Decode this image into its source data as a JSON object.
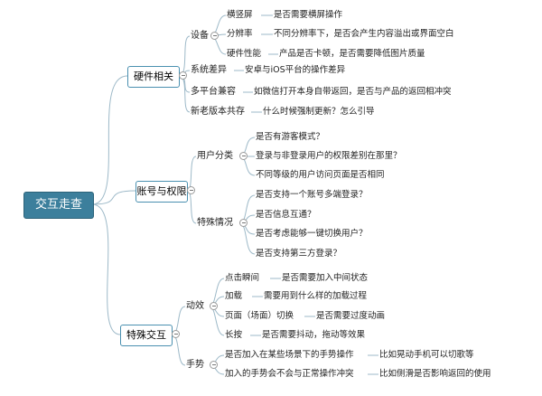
{
  "root": "交互走查",
  "hardware": {
    "label": "硬件相关",
    "device": {
      "label": "设备",
      "landscape": {
        "k": "横竖屏",
        "v": "是否需要横屏操作"
      },
      "resolution": {
        "k": "分辨率",
        "v": "不同分辨率下，是否会产生内容溢出或界面空白"
      },
      "performance": {
        "k": "硬件性能",
        "v": "产品是否卡顿，是否需要降低图片质量"
      }
    },
    "system": {
      "k": "系统差异",
      "v": "安卓与iOS平台的操作差异"
    },
    "platform": {
      "k": "多平台兼容",
      "v": "如微信打开本身自带返回，是否与产品的返回相冲突"
    },
    "versions": {
      "k": "新老版本共存",
      "v": "什么时候强制更新？怎么引导"
    }
  },
  "account": {
    "label": "账号与权限",
    "users": {
      "label": "用户分类",
      "items": [
        "是否有游客模式？",
        "登录与非登录用户的权限差别在那里？",
        "不同等级的用户访问页面是否相同"
      ]
    },
    "special": {
      "label": "特殊情况",
      "items": [
        "是否支持一个账号多端登录？",
        "是否信息互通？",
        "是否考虑能够一键切换用户？",
        "是否支持第三方登录？"
      ]
    }
  },
  "interaction": {
    "label": "特殊交互",
    "motion": {
      "label": "动效",
      "tap": {
        "k": "点击瞬间",
        "v": "是否需要加入中间状态"
      },
      "loading": {
        "k": "加载",
        "v": "需要用到什么样的加载过程"
      },
      "transition": {
        "k": "页面（场面）切换",
        "v": "是否需要过度动画"
      },
      "longpress": {
        "k": "长按",
        "v": "是否需要抖动，拖动等效果"
      }
    },
    "gesture": {
      "label": "手势",
      "scene": {
        "k": "是否加入在某些场景下的手势操作",
        "v": "比如晃动手机可以切歌等"
      },
      "conflict": {
        "k": "加入的手势会不会与正常操作冲突",
        "v": "比如侧滑是否影响返回的使用"
      }
    }
  }
}
